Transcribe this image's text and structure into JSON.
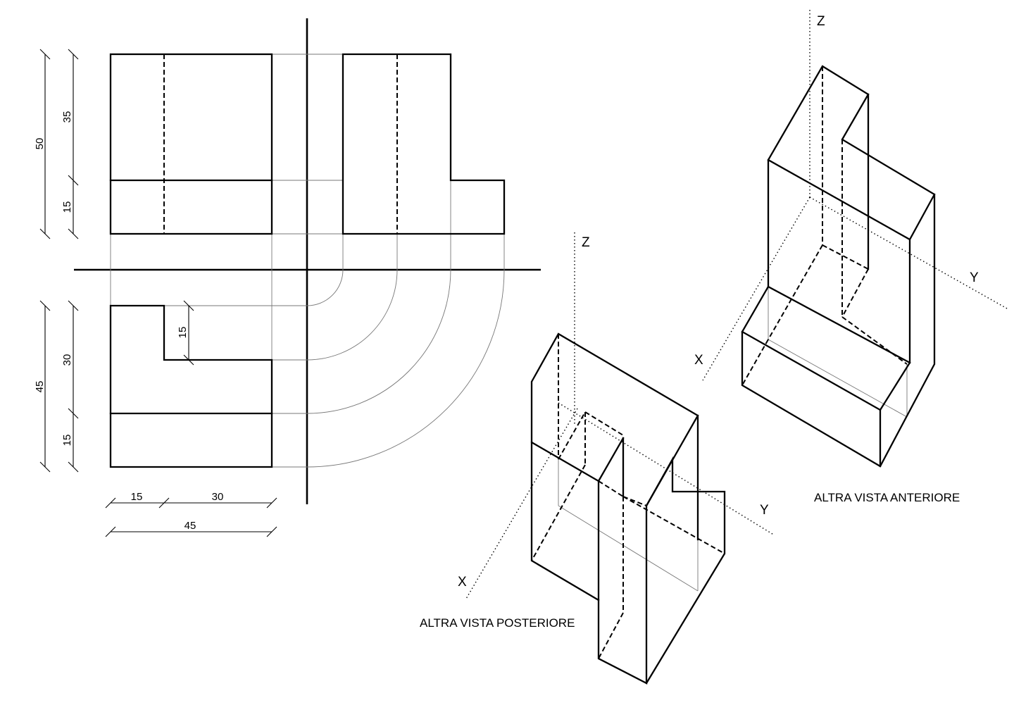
{
  "dimensions": {
    "left_top_total": "50",
    "left_top_upper": "35",
    "left_top_lower": "15",
    "left_bottom_total": "45",
    "left_bottom_upper": "30",
    "left_bottom_lower": "15",
    "notch_depth": "15",
    "bottom_left": "15",
    "bottom_right": "30",
    "bottom_total": "45"
  },
  "axes": {
    "posterior_z": "Z",
    "posterior_y": "Y",
    "posterior_x": "X",
    "anterior_z": "Z",
    "anterior_y": "Y",
    "anterior_x": "X"
  },
  "captions": {
    "posterior": "ALTRA VISTA POSTERIORE",
    "anterior": "ALTRA VISTA ANTERIORE"
  }
}
